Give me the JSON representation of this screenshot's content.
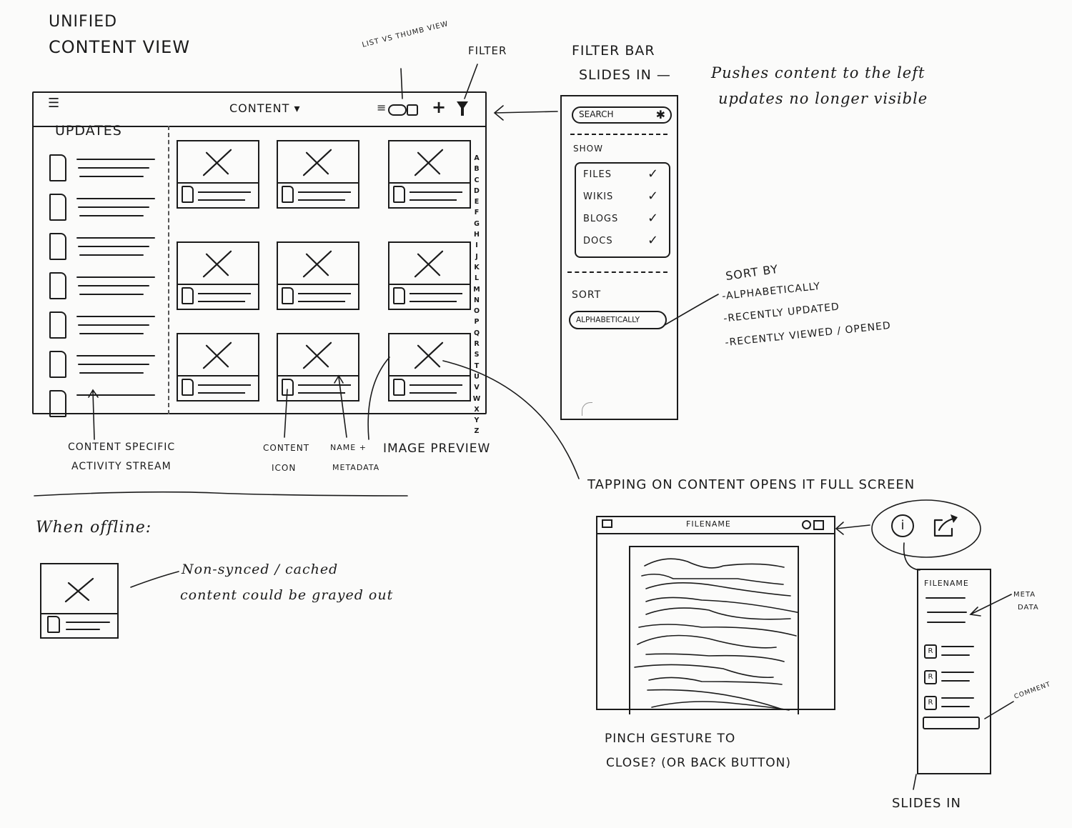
{
  "page": {
    "title_line1": "Unified",
    "title_line2": "Content View"
  },
  "annotations": {
    "list_vs_thumb": "List vs Thumb View",
    "filter": "Filter",
    "filter_bar_title": "Filter Bar",
    "slides_in": "Slides in —",
    "pushes_content": "Pushes content to the left",
    "updates_not_visible": "updates no longer visible",
    "activity_stream": [
      "Content specific",
      "activity stream"
    ],
    "content_icon": [
      "Content",
      "icon"
    ],
    "name_metadata": [
      "Name +",
      "Metadata"
    ],
    "image_preview": "Image Preview",
    "tapping_content": "Tapping on content opens it full screen",
    "pinch_gesture": [
      "Pinch gesture to",
      "close? (or back button)"
    ],
    "meta_data": [
      "Meta",
      "Data"
    ],
    "comment": "Comment",
    "slides_in_panel": "Slides in",
    "when_offline": "When offline:",
    "offline_note": [
      "Non-synced / cached",
      "content could be grayed out"
    ]
  },
  "main_view": {
    "menu_icon": "hamburger-icon",
    "header_title": "Content ▾",
    "toolbar": {
      "list_icon": "list-view-icon",
      "thumb_icon": "thumb-view-icon",
      "toggle_icon": "toggle-icon",
      "add_icon": "+",
      "filter_icon": "filter-funnel-icon"
    },
    "updates_title": "Updates",
    "update_rows": 7,
    "grid_rows": 3,
    "grid_cols": 3,
    "alpha_index": [
      "A",
      "B",
      "C",
      "D",
      "E",
      "F",
      "G",
      "H",
      "I",
      "J",
      "K",
      "L",
      "M",
      "N",
      "O",
      "P",
      "Q",
      "R",
      "S",
      "T",
      "U",
      "V",
      "W",
      "X",
      "Y",
      "Z"
    ]
  },
  "filter_bar": {
    "search_placeholder": "Search",
    "search_icon": "✱",
    "show_label": "Show",
    "show_options": [
      {
        "label": "Files",
        "checked": true
      },
      {
        "label": "Wikis",
        "checked": true
      },
      {
        "label": "Blogs",
        "checked": true
      },
      {
        "label": "Docs",
        "checked": true
      }
    ],
    "sort_label": "Sort",
    "sort_value": "Alphabetically",
    "check_glyph": "✓"
  },
  "sort_by": {
    "title": "Sort by",
    "options": [
      "-Alphabetically",
      "-Recently Updated",
      "-Recently Viewed / Opened"
    ]
  },
  "fullscreen_view": {
    "back_icon": "back-icon",
    "title": "Filename",
    "info_icon": "i",
    "share_icon": "share-icon"
  },
  "info_panel": {
    "title": "Filename",
    "comment_count": 3
  }
}
